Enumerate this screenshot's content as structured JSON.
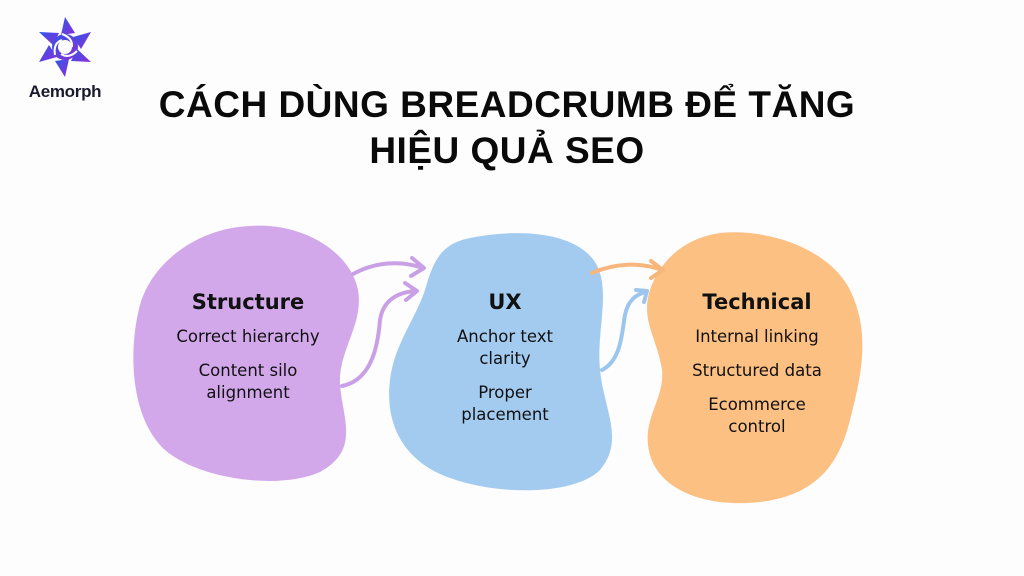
{
  "logo": {
    "name": "Aemorph",
    "icon": "flower-knot-logo-icon"
  },
  "title": {
    "line1": "CÁCH DÙNG BREADCRUMB ĐỂ TĂNG",
    "line2": "HIỆU QUẢ SEO"
  },
  "colors": {
    "structure": "#d2a8ea",
    "ux": "#a3cbf0",
    "technical": "#fcc083",
    "text": "#111111"
  },
  "blobs": [
    {
      "title": "Structure",
      "items": [
        "Correct hierarchy",
        "Content silo alignment"
      ]
    },
    {
      "title": "UX",
      "items": [
        "Anchor text clarity",
        "Proper placement"
      ]
    },
    {
      "title": "Technical",
      "items": [
        "Internal linking",
        "Structured data",
        "Ecommerce control"
      ]
    }
  ]
}
